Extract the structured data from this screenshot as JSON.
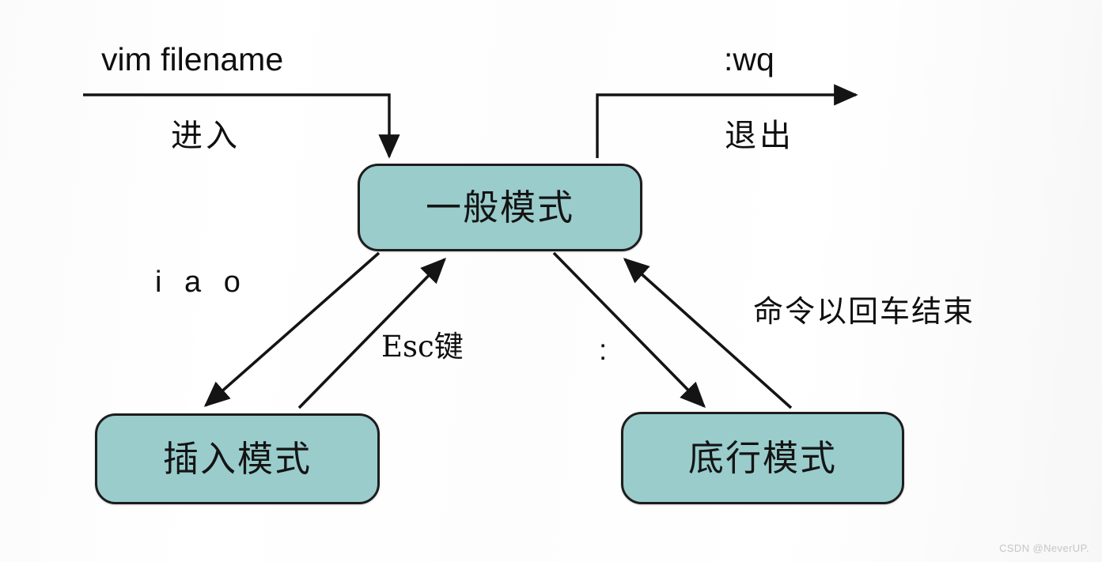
{
  "diagram": {
    "title_text": "",
    "background_color": "#ffffff",
    "node_fill_color": "#9acccc",
    "node_border_color": "#1d1d1d",
    "edge_color": "#141414",
    "nodes": [
      {
        "id": "normal",
        "label": "一般模式"
      },
      {
        "id": "insert",
        "label": "插入模式"
      },
      {
        "id": "cmdline",
        "label": "底行模式"
      }
    ],
    "annotations": {
      "vim_filename": "vim filename",
      "enter": "进入",
      "wq": ":wq",
      "exit": "退出",
      "iao": "i a o",
      "esc_key": "Esc键",
      "colon": ":",
      "command_ends_with_enter": "命令以回车结束"
    },
    "watermark": "CSDN @NeverUP."
  }
}
